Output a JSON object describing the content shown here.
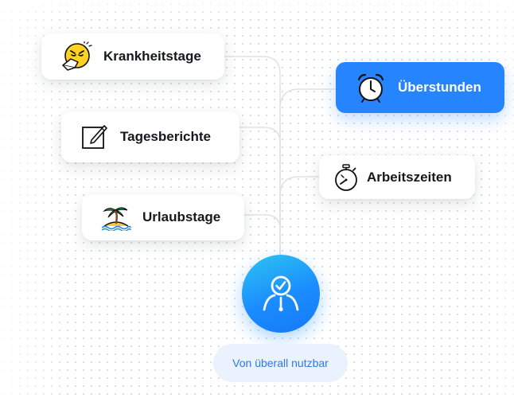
{
  "categories": [
    {
      "id": "krankheitstage",
      "label": "Krankheitstage",
      "icon": "sneezing-face-icon",
      "active": false
    },
    {
      "id": "tagesberichte",
      "label": "Tagesberichte",
      "icon": "edit-note-icon",
      "active": false
    },
    {
      "id": "urlaubstage",
      "label": "Urlaubstage",
      "icon": "palm-island-icon",
      "active": false
    },
    {
      "id": "ueberstunden",
      "label": "Überstunden",
      "icon": "alarm-clock-icon",
      "active": true
    },
    {
      "id": "arbeitszeiten",
      "label": "Arbeitszeiten",
      "icon": "stopwatch-icon",
      "active": false
    }
  ],
  "hub": {
    "icon": "user-check-clock-icon"
  },
  "footer": {
    "label": "Von überall nutzbar"
  },
  "colors": {
    "accent": "#2684ff",
    "hub_gradient_start": "#2ec4f0",
    "hub_gradient_end": "#1679f5",
    "pill_background": "#eaf2fd",
    "pill_text": "#2d78ea",
    "emoji_yellow": "#ffd21f"
  }
}
